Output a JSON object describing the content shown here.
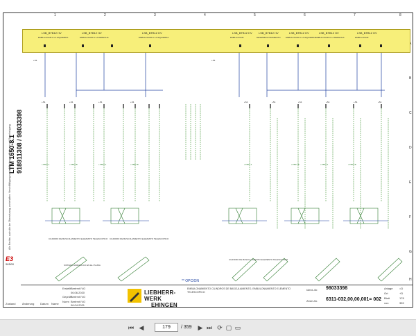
{
  "document": {
    "doc_id_vertical_1": "LTM 1650-8.1",
    "doc_id_vertical_2": "918911308 / 98033398",
    "side_note": "Alle Rechte, auch die der Übersetzung, vorbehalten. Vervielfältigung sowie Mitteilung an Dritte nur mit Genehmigung.",
    "series_logo": "E3",
    "series_label": "series",
    "option_label": "** OPCION"
  },
  "columns": [
    "1",
    "2",
    "3",
    "4",
    "5",
    "6",
    "7",
    "8"
  ],
  "rows": [
    "A",
    "B",
    "C",
    "D",
    "E",
    "F",
    "G",
    "H"
  ],
  "top_labels": [
    "LSB_BTB12 HV",
    "LSB_BTB12 HV",
    "LSB_BTB12 HV",
    "LSB_BTB12 HV",
    "LSB_BTB12 HV",
    "LSB_BTB12 HV",
    "LSB_BTB12 HV",
    "LSB_BTB12 HV"
  ],
  "top_sublabels": [
    "EMBULONAM A LA IZQUIERDA",
    "EMBULONAM A LA DERECHA",
    "EMBULONAM A LA IZQUIERDA",
    "EMBULONAM",
    "DESEMBULONAMIENTO",
    "EMBULONAM A LA IZQUIERDA",
    "EMBULONAM A LA DERECHA",
    "EMBULONAM"
  ],
  "diagram_captions": [
    "CILINDRO DE BASCULAMIENTO ELEMENTO TELESCOPICO",
    "SISTEMA HIDRAULICO EN EL PLUMA",
    "CILINDRO DE BASCULAMIENTO ELEMENTO TELESCOPICO",
    "CILINDRO DE BASCULAMIENTO ELEMENTO TELESCOPICO"
  ],
  "title_block": {
    "rows": [
      {
        "label": "Erstellt",
        "name": "Bertrmt IVO",
        "date": "06.06.2020"
      },
      {
        "label": "Geprüft",
        "name": "Bertrmt IVO",
        "date": "06.06.2020"
      },
      {
        "label": "Norm",
        "name": "Bertrmt IVO",
        "date": "06.04.2021"
      }
    ],
    "footer_cols": [
      "Zustand",
      "Änderung",
      "Datum",
      "Name"
    ],
    "brand_line1": "LIEBHERR-WERK",
    "brand_line2": "EHINGEN",
    "description": "EMBULONAMIENTO CILINDROS DE BASCULAMIENTO, EMBULONAMIENTO ELEMENTO TELESCOPICO",
    "ident_label": "Ident.-Nr.",
    "ident_value": "98033398",
    "drawing_label": "Zeich-Nr.",
    "drawing_value": "6311-032,00,00,001= 002",
    "anlage_label": "Anlage",
    "anlage_value": "=D",
    "ort_label": "Ort",
    "ort_value": "+D",
    "blatt_label": "Blatt",
    "blatt_value": "178",
    "von_label": "von",
    "von_value": "359"
  },
  "viewer": {
    "page_current": "179",
    "page_total": "/ 359",
    "icons": [
      "first-page-icon",
      "prev-page-icon",
      "next-page-icon",
      "last-page-icon",
      "rotate-icon",
      "fit-page-icon",
      "fit-width-icon"
    ]
  }
}
